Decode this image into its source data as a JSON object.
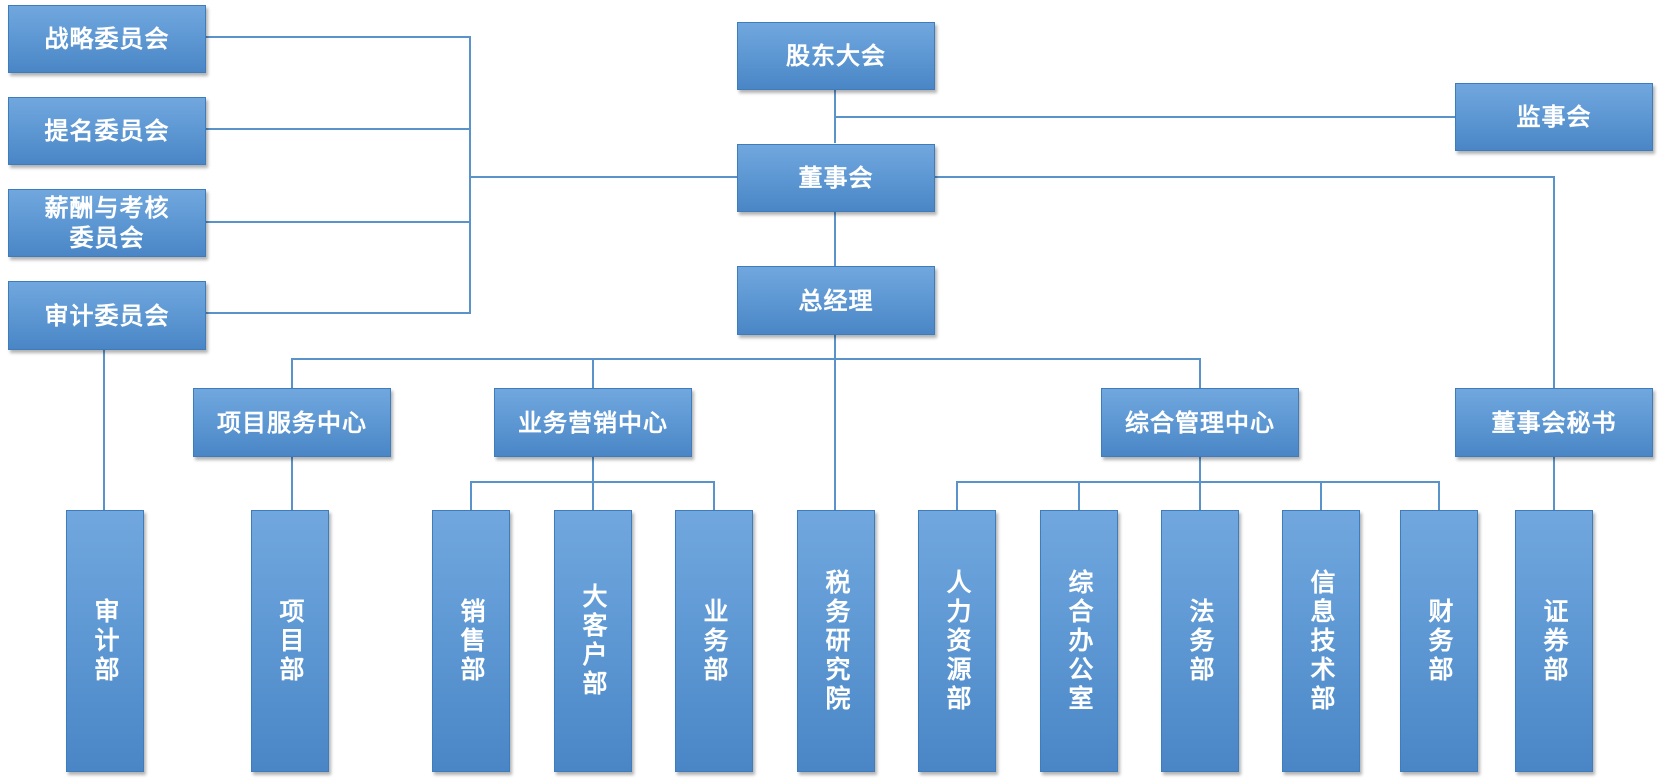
{
  "nodes": {
    "shareholders": "股东大会",
    "supervisory_board": "监事会",
    "board": "董事会",
    "general_manager": "总经理",
    "strategy_committee": "战略委员会",
    "nomination_committee": "提名委员会",
    "remuneration_committee_line1": "薪酬与考核",
    "remuneration_committee_line2": "委员会",
    "audit_committee": "审计委员会",
    "project_service_center": "项目服务中心",
    "marketing_center": "业务营销中心",
    "admin_center": "综合管理中心",
    "board_secretary": "董事会秘书",
    "audit_dept": "审计部",
    "project_dept": "项目部",
    "sales_dept": "销售部",
    "key_account_dept": "大客户部",
    "business_dept": "业务部",
    "tax_research_institute": "税务研究院",
    "hr_dept": "人力资源部",
    "general_office": "综合办公室",
    "legal_dept": "法务部",
    "it_dept": "信息技术部",
    "finance_dept": "财务部",
    "securities_dept": "证券部"
  },
  "colors": {
    "box_top": "#71a7de",
    "box_bottom": "#4a86c6",
    "connector": "#5a93c9",
    "text": "#ffffff"
  }
}
